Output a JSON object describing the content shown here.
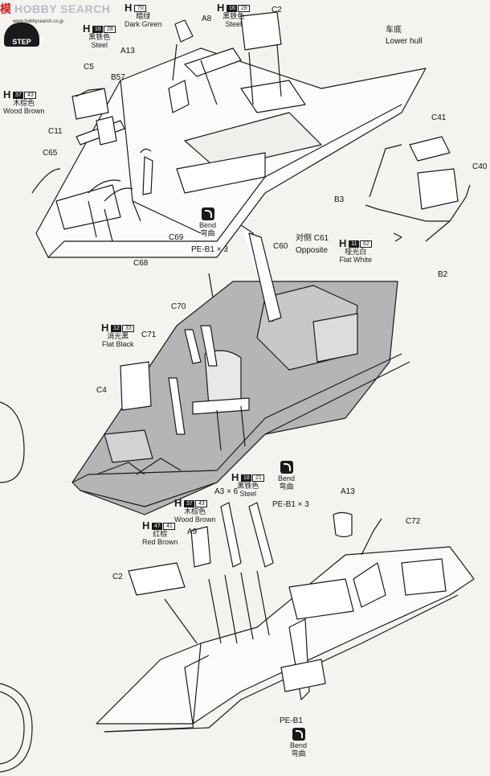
{
  "header": {
    "watermark_cn": "模",
    "watermark_main": "HOBBY SEARCH",
    "watermark_sub": "www.hobbysearch.co.jp",
    "step_label": "STEP"
  },
  "parts": {
    "A8": "A8",
    "A13_top": "A13",
    "B57": "B57",
    "C5": "C5",
    "C11": "C11",
    "C65": "C65",
    "C69": "C69",
    "C68": "C68",
    "C2_top": "C2",
    "C41": "C41",
    "C40": "C40",
    "B3": "B3",
    "B2": "B2",
    "C60": "C60",
    "C61_opp": "对侧 C61",
    "opposite": "Opposite",
    "PE_B1x3_top": "PE-B1 × 3",
    "C70": "C70",
    "C71": "C71",
    "C4": "C4",
    "A3x6": "A3 × 6",
    "PE_B1x3_mid": "PE-B1 × 3",
    "A9": "A9",
    "C2_bottom": "C2",
    "A13_bottom": "A13",
    "C72": "C72",
    "PE_B1_bottom": "PE-B1"
  },
  "lower_hull": {
    "cn": "车底",
    "en": "Lower hull"
  },
  "paint_callouts": [
    {
      "id": "dark-green",
      "h": "H",
      "num1": "70",
      "num2": "",
      "cn": "暗绿",
      "en": "Dark Green"
    },
    {
      "id": "steel-top-left",
      "h": "H",
      "num1": "18",
      "num2": "28",
      "cn": "黑铁色",
      "en": "Steel"
    },
    {
      "id": "steel-top-mid",
      "h": "H",
      "num1": "16",
      "num2": "28",
      "cn": "黑铁色",
      "en": "Steel"
    },
    {
      "id": "wood-brown-top",
      "h": "H",
      "num1": "37",
      "num2": "43",
      "cn": "木棕色",
      "en": "Wood Brown"
    },
    {
      "id": "flat-white",
      "h": "H",
      "num1": "11",
      "num2": "62",
      "cn": "哑光白",
      "en": "Flat White"
    },
    {
      "id": "flat-black",
      "h": "H",
      "num1": "12",
      "num2": "33",
      "cn": "消光黑",
      "en": "Flat Black"
    },
    {
      "id": "steel-bottom",
      "h": "H",
      "num1": "18",
      "num2": "21",
      "cn": "黑铁色",
      "en": "Steel"
    },
    {
      "id": "wood-brown-bottom",
      "h": "H",
      "num1": "37",
      "num2": "43",
      "cn": "木棕色",
      "en": "Wood Brown"
    },
    {
      "id": "red-brown",
      "h": "H",
      "num1": "47",
      "num2": "41",
      "cn": "红棕",
      "en": "Red Brown"
    }
  ],
  "bend_callouts": [
    {
      "id": "bend-top",
      "en": "Bend",
      "cn": "弯曲"
    },
    {
      "id": "bend-mid",
      "en": "Bend",
      "cn": "弯曲"
    },
    {
      "id": "bend-bottom",
      "en": "Bend",
      "cn": "弯曲"
    }
  ],
  "colors": {
    "hull_fill_grey": "#b5b5b5",
    "line": "#1a1a1a",
    "paper": "#f4f3ef",
    "watermark_red": "#d21f2a"
  }
}
